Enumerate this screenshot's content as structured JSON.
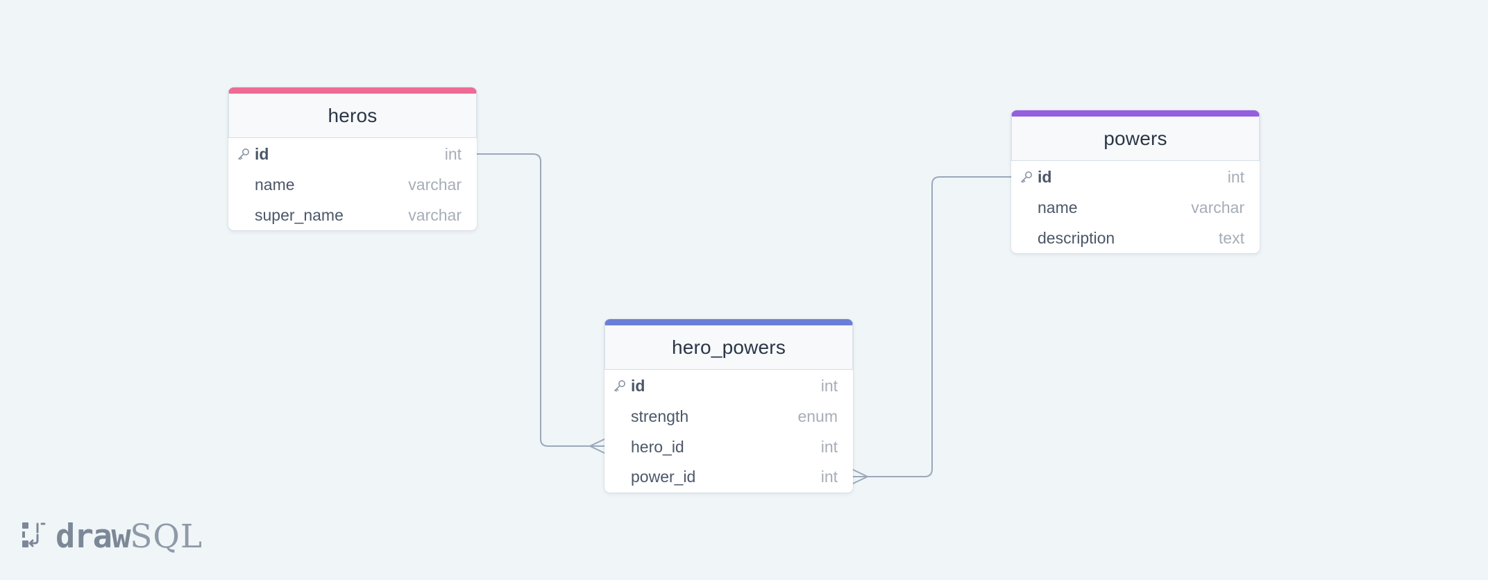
{
  "colors": {
    "background": "#f0f5f8",
    "relation_line": "#9aa8ba",
    "heros_accent": "#ef6b96",
    "powers_accent": "#9560de",
    "hero_powers_accent": "#6b7fd7"
  },
  "logo": {
    "word_bold": "draw",
    "word_light": "SQL",
    "icon": "drawsql-logo-icon"
  },
  "tables": {
    "heros": {
      "title": "heros",
      "columns": [
        {
          "name": "id",
          "type": "int",
          "primary_key": true
        },
        {
          "name": "name",
          "type": "varchar",
          "primary_key": false
        },
        {
          "name": "super_name",
          "type": "varchar",
          "primary_key": false
        }
      ]
    },
    "powers": {
      "title": "powers",
      "columns": [
        {
          "name": "id",
          "type": "int",
          "primary_key": true
        },
        {
          "name": "name",
          "type": "varchar",
          "primary_key": false
        },
        {
          "name": "description",
          "type": "text",
          "primary_key": false
        }
      ]
    },
    "hero_powers": {
      "title": "hero_powers",
      "columns": [
        {
          "name": "id",
          "type": "int",
          "primary_key": true
        },
        {
          "name": "strength",
          "type": "enum",
          "primary_key": false
        },
        {
          "name": "hero_id",
          "type": "int",
          "primary_key": false
        },
        {
          "name": "power_id",
          "type": "int",
          "primary_key": false
        }
      ]
    }
  },
  "relations": [
    {
      "from": "heros.id",
      "to": "hero_powers.hero_id",
      "cardinality": "one-to-many"
    },
    {
      "from": "powers.id",
      "to": "hero_powers.power_id",
      "cardinality": "one-to-many"
    }
  ]
}
